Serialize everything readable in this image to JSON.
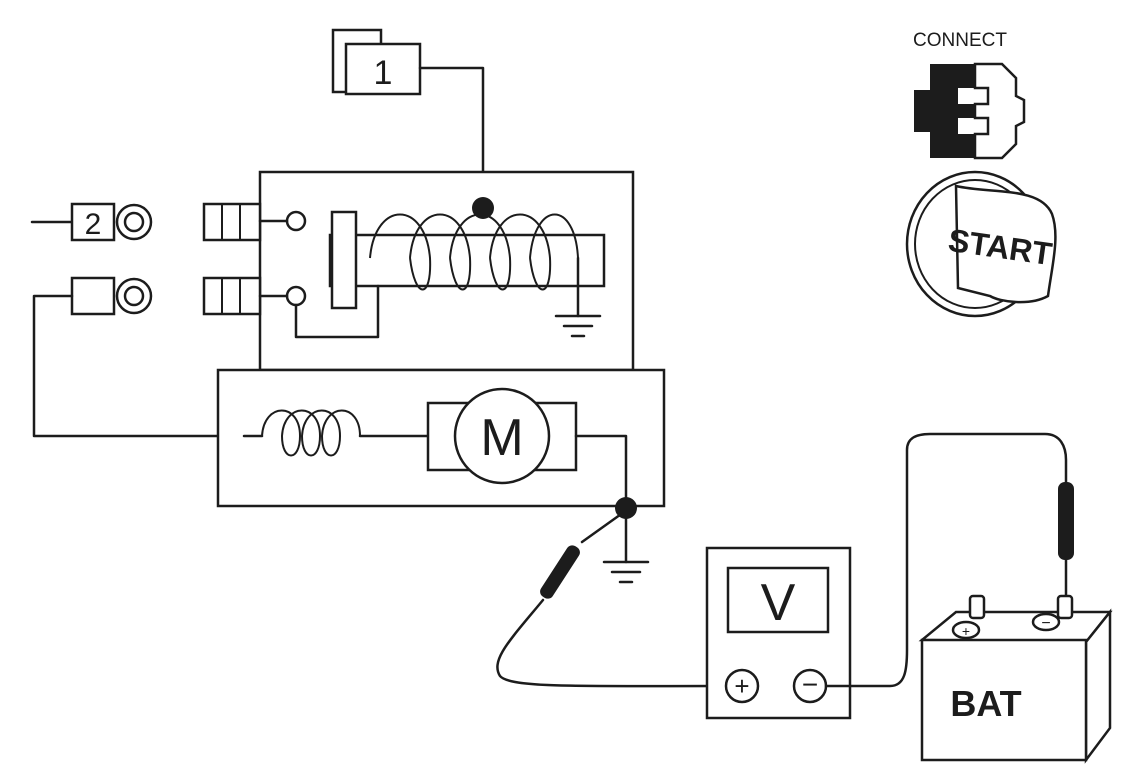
{
  "labels": {
    "terminal_1": "1",
    "terminal_2": "2",
    "motor": "M",
    "voltmeter": "V",
    "plus": "+",
    "minus": "−",
    "battery": "BAT",
    "connect": "CONNECT",
    "start": "START"
  },
  "colors": {
    "ink": "#1c1c1c",
    "background": "#ffffff"
  }
}
